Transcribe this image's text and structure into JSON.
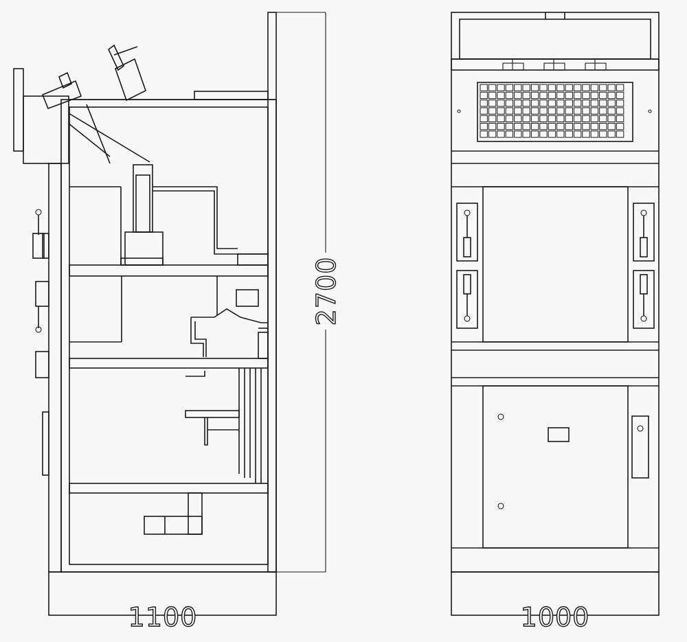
{
  "dimensions": {
    "side_width": "1100",
    "height": "2700",
    "front_width": "1000"
  },
  "colors": {
    "line": "#1a1a1a",
    "background": "#f7f7f7"
  }
}
